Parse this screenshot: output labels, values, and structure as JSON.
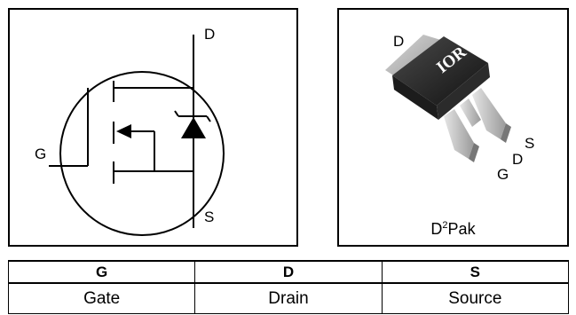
{
  "schematic": {
    "pins": {
      "drain": "D",
      "gate": "G",
      "source": "S"
    }
  },
  "package": {
    "caption_main": "D",
    "caption_sup": "2",
    "caption_rest": "Pak",
    "pins": {
      "drain_tab": "D",
      "gate": "G",
      "drain": "D",
      "source": "S"
    },
    "logo_text": "IOR"
  },
  "pin_table": {
    "headers": [
      "G",
      "D",
      "S"
    ],
    "names": [
      "Gate",
      "Drain",
      "Source"
    ]
  }
}
